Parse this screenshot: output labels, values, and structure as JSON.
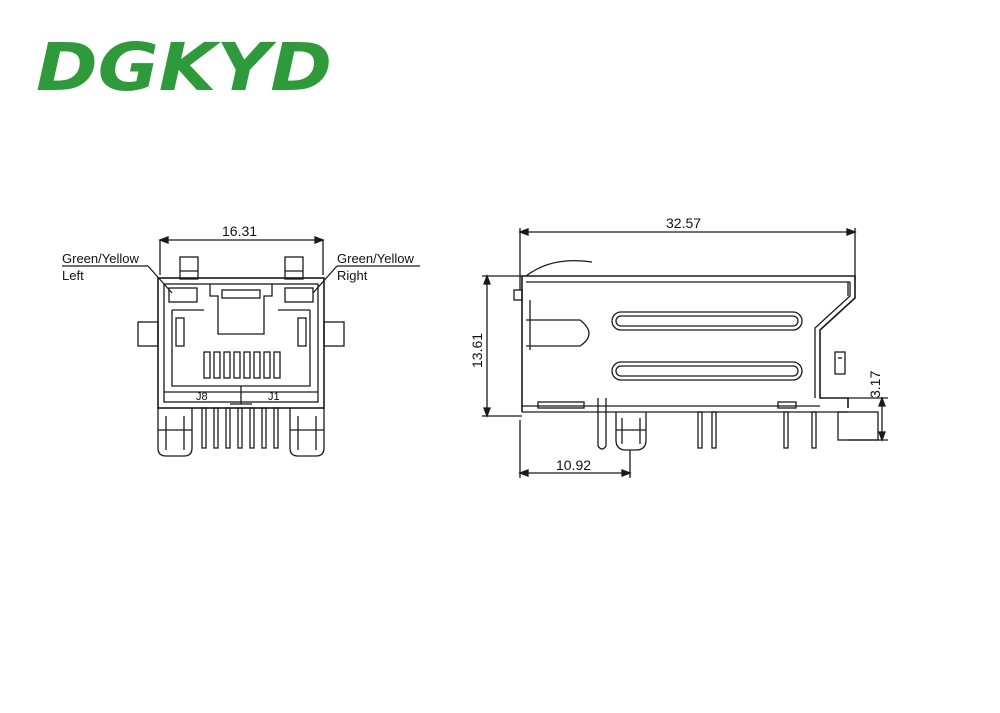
{
  "logo": {
    "text": "DGKYD",
    "color": "#2e9b3b"
  },
  "front_view": {
    "width_dim": "16.31",
    "led_left": {
      "line1": "Green/Yellow",
      "line2": "Left"
    },
    "led_right": {
      "line1": "Green/Yellow",
      "line2": "Right"
    },
    "pin_left": "J8",
    "pin_right": "J1"
  },
  "side_view": {
    "length_dim": "32.57",
    "height_dim": "13.61",
    "pin_offset_dim": "10.92",
    "standoff_dim": "3.17"
  },
  "colors": {
    "line": "#1a1a1a",
    "background": "#ffffff"
  }
}
